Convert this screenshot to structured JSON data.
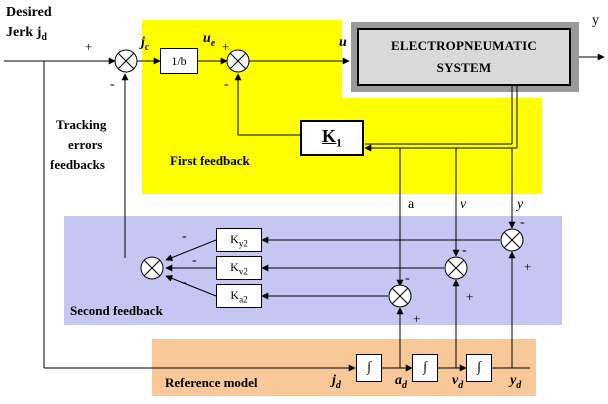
{
  "colors": {
    "first_feedback_bg": "#ffff00",
    "second_feedback_bg": "#c6c6f2",
    "reference_model_bg": "#f9c898",
    "system_shadow": "#9a9a9a",
    "system_face": "#d9d9d9"
  },
  "input": {
    "line1": "Desired",
    "line2_main": "Jerk j",
    "line2_sub": "d"
  },
  "plant": {
    "line1": "ELECTROPNEUMATIC",
    "line2": "SYSTEM"
  },
  "output_label": "y",
  "labels": {
    "jc_main": "j",
    "jc_sub": "c",
    "gain_inv_b": "1/b",
    "ue_main": "u",
    "ue_sub": "e",
    "u": "u",
    "k1_main": "K",
    "k1_sub": "1",
    "a": "a",
    "v": "v",
    "y": "y",
    "tracking_line1": "Tracking",
    "tracking_line2": "errors",
    "tracking_line3": "feedbacks",
    "first_feedback": "First feedback",
    "second_feedback": "Second feedback",
    "reference_model": "Reference model"
  },
  "gains": {
    "ky2": {
      "main": "K",
      "sub": "y2"
    },
    "kv2": {
      "main": "K",
      "sub": "v2"
    },
    "ka2": {
      "main": "K",
      "sub": "a2"
    }
  },
  "integrator_symbol": "∫",
  "ref_signals": {
    "jd": {
      "main": "j",
      "sub": "d"
    },
    "ad": {
      "main": "a",
      "sub": "d"
    },
    "vd": {
      "main": "v",
      "sub": "d"
    },
    "yd": {
      "main": "y",
      "sub": "d"
    }
  },
  "signs": {
    "plus": "+",
    "minus": "-"
  }
}
